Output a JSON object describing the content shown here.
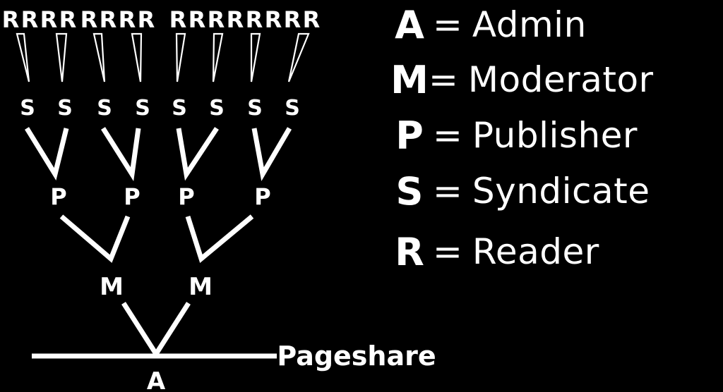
{
  "diagram": {
    "root_caption": "Pageshare",
    "admin_label": "A",
    "moderator_label": "M",
    "publisher_label": "P",
    "syndicate_label": "S",
    "reader_label": "R"
  },
  "legend": [
    {
      "key": "A",
      "eq": "=",
      "name": "Admin"
    },
    {
      "key": "M",
      "eq": "=",
      "name": "Moderator"
    },
    {
      "key": "P",
      "eq": "=",
      "name": "Publisher"
    },
    {
      "key": "S",
      "eq": "=",
      "name": "Syndicate"
    },
    {
      "key": "R",
      "eq": "=",
      "name": "Reader"
    }
  ]
}
